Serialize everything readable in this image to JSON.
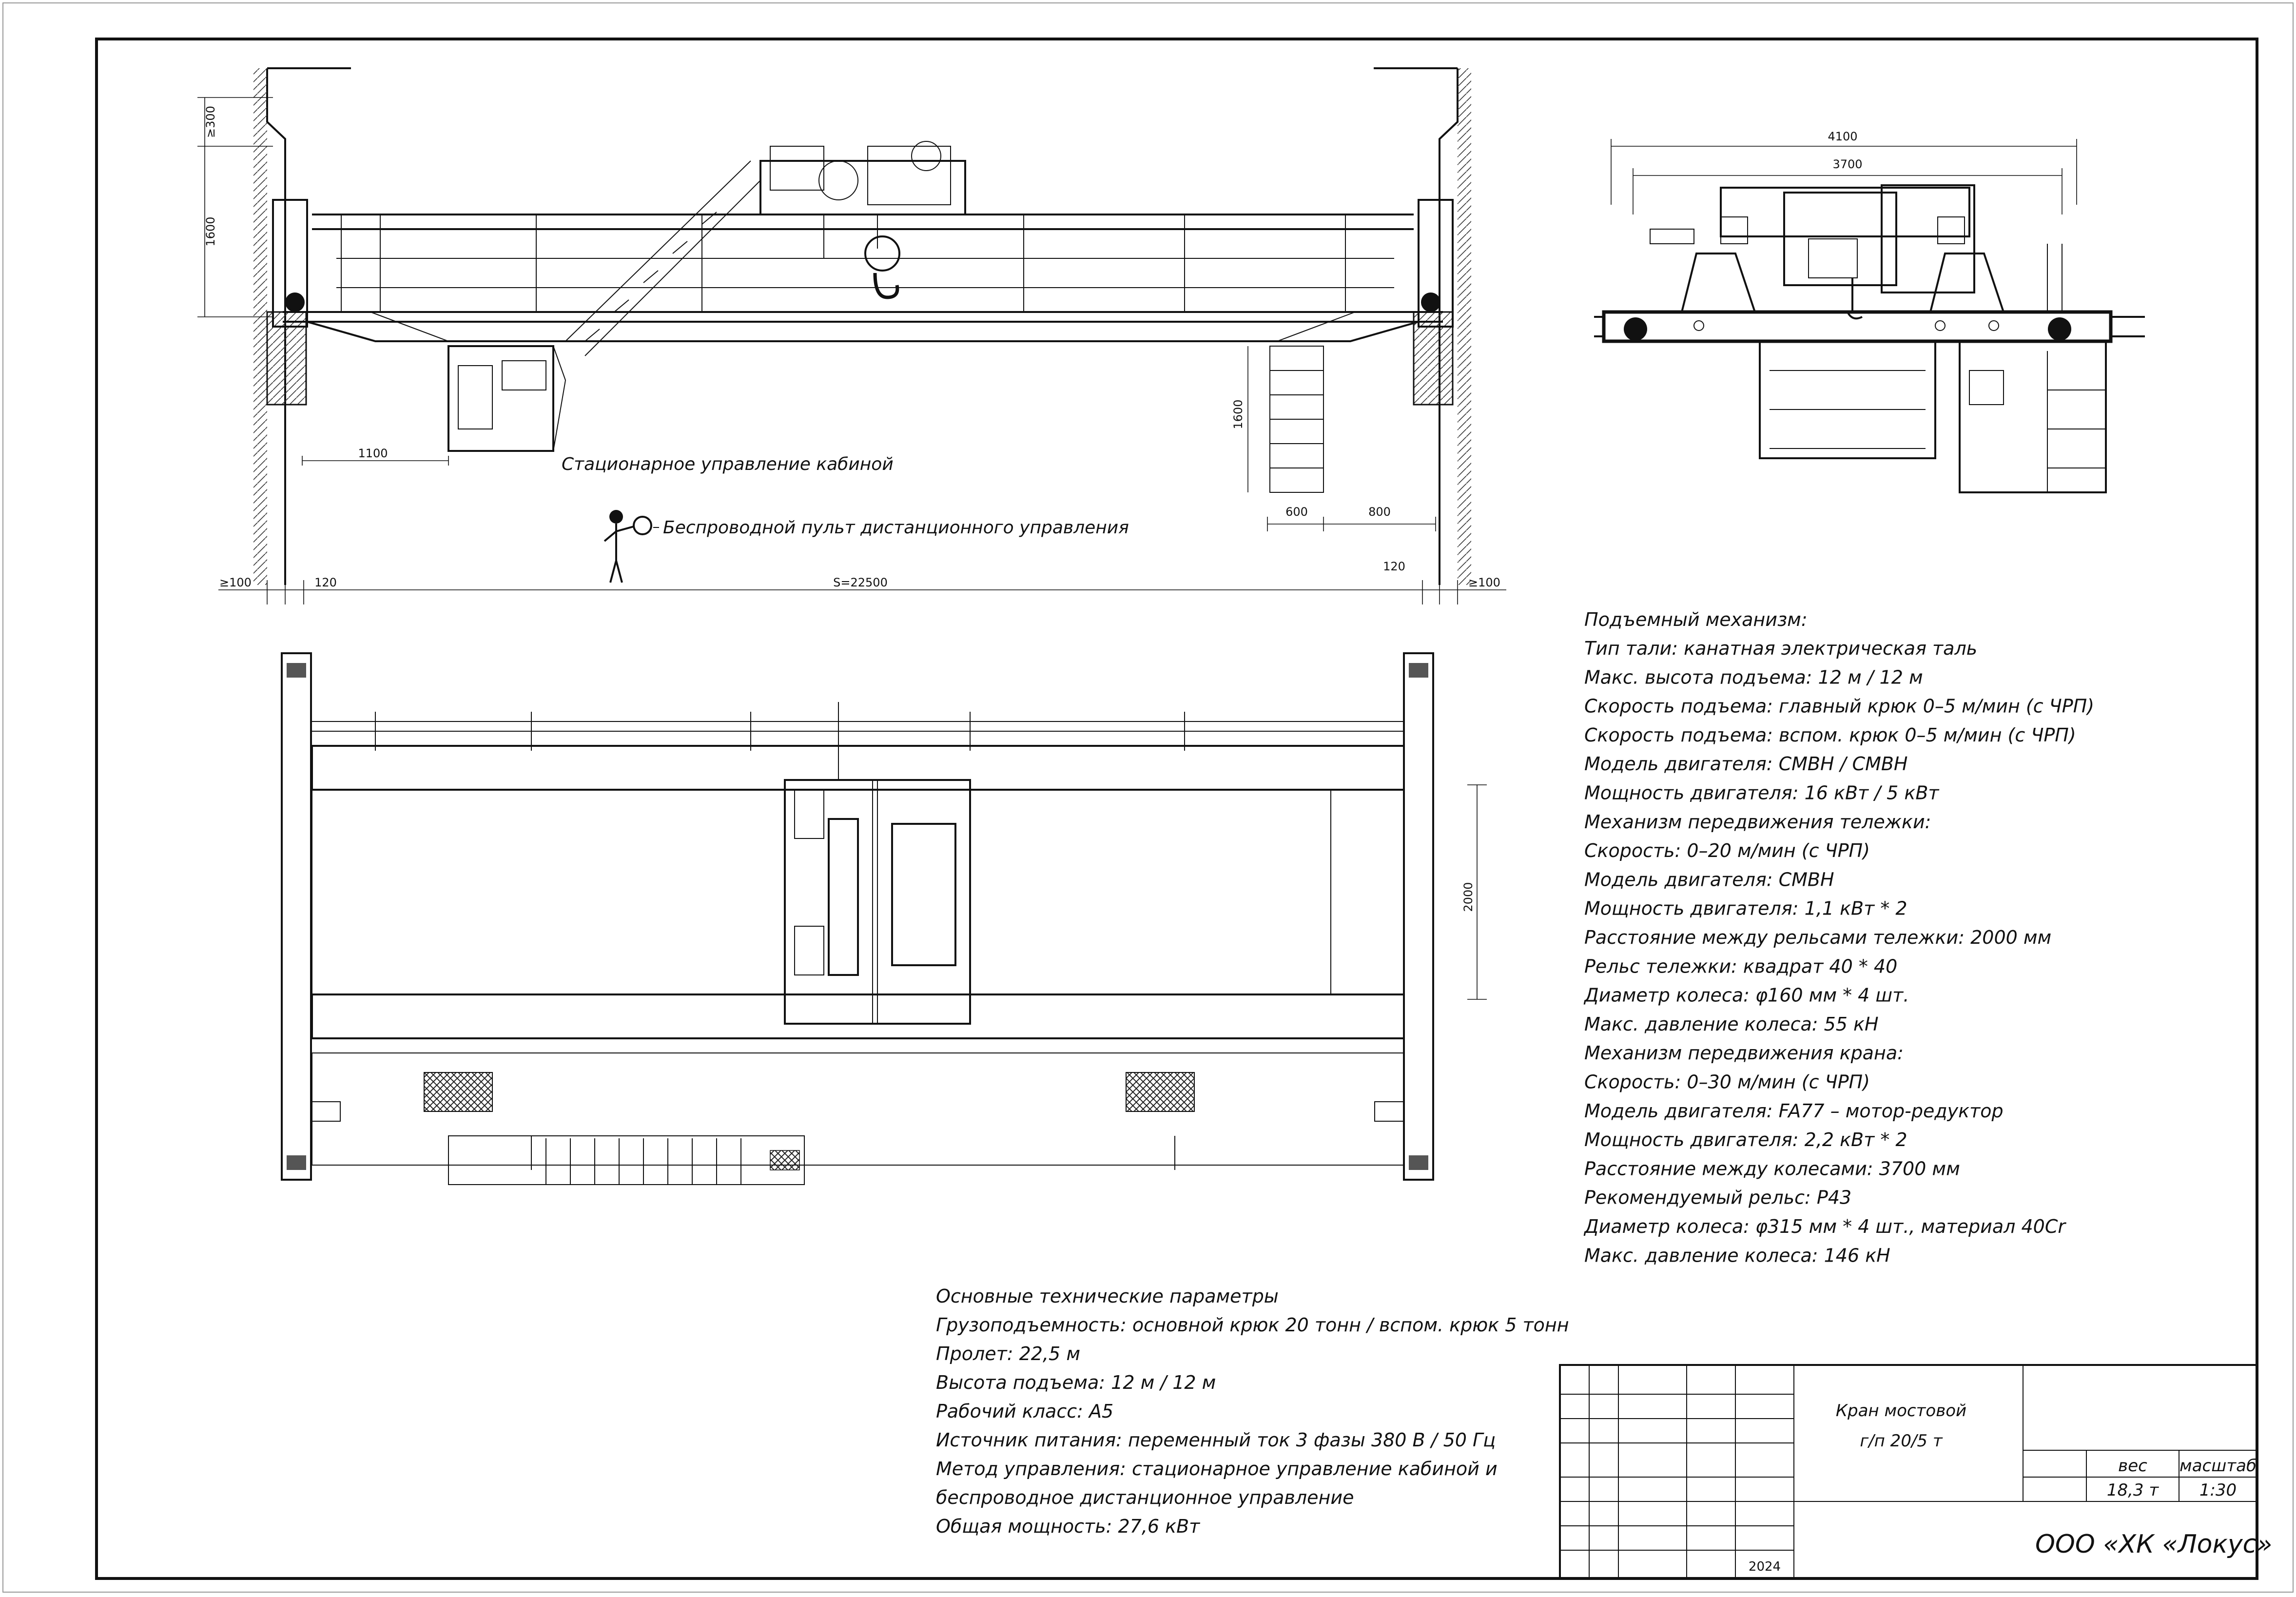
{
  "side_view": {
    "labels": {
      "cabin_note": "Стационарное управление кабиной",
      "remote_note": "Беспроводной пульт дистанционного управления"
    },
    "dims": {
      "clear_top": "≥300",
      "height": "1600",
      "ladder_height": "1600",
      "cab_offset": "1100",
      "ladder_w1": "600",
      "ladder_w2": "800",
      "left_gap": "≥100",
      "left_rail": "120",
      "span": "S=22500",
      "right_rail": "120",
      "right_gap": "≥100"
    }
  },
  "end_view": {
    "dims": {
      "overall": "4100",
      "wheelbase": "3700"
    }
  },
  "plan_view": {
    "dims": {
      "rail_gauge": "2000"
    }
  },
  "specs": {
    "title": "Подъемный механизм:",
    "lines": [
      "Тип тали: канатная электрическая таль",
      "Макс. высота подъема: 12 м / 12 м",
      "Скорость подъема: главный крюк 0–5 м/мин (с ЧРП)",
      "Скорость подъема: вспом. крюк 0–5 м/мин (с ЧРП)",
      "Модель двигателя: CMBH / CMBH",
      "Мощность двигателя: 16 кВт / 5 кВт",
      "Механизм передвижения тележки:",
      "Скорость: 0–20 м/мин (с ЧРП)",
      "Модель двигателя: CMBH",
      "Мощность двигателя: 1,1 кВт * 2",
      "Расстояние между рельсами тележки: 2000 мм",
      "Рельс тележки: квадрат 40 * 40",
      "Диаметр колеса: φ160 мм * 4 шт.",
      "Макс. давление колеса: 55 кН",
      "Механизм передвижения крана:",
      "Скорость: 0–30 м/мин (с ЧРП)",
      "Модель двигателя: FA77 – мотор-редуктор",
      "Мощность двигателя: 2,2 кВт * 2",
      "Расстояние между колесами: 3700 мм",
      "Рекомендуемый рельс: P43",
      "Диаметр колеса: φ315 мм * 4 шт., материал 40Cr",
      "Макс. давление колеса: 146 кН"
    ]
  },
  "main_params": {
    "title": "Основные технические параметры",
    "lines": [
      "Грузоподъемность: основной крюк 20 тонн / вспом. крюк 5 тонн",
      "Пролет: 22,5 м",
      "Высота подъема: 12 м / 12 м",
      "Рабочий класс: A5",
      "Источник питания: переменный ток 3 фазы 380 В / 50 Гц",
      "Метод управления: стационарное управление кабиной и",
      "беспроводное дистанционное управление",
      "Общая мощность: 27,6 кВт"
    ]
  },
  "title_block": {
    "name_line1": "Кран мостовой",
    "name_line2": "г/п 20/5 т",
    "weight_label": "вес",
    "scale_label": "масштаб",
    "weight_value": "18,3 т",
    "scale_value": "1:30",
    "year": "2024",
    "company": "ООО «ХК «Локус»"
  }
}
